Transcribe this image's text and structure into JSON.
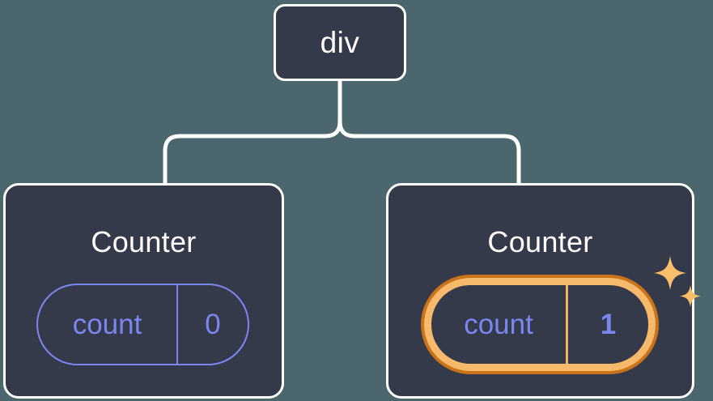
{
  "diagram": {
    "type": "component-tree",
    "background_color": "#4c666e",
    "node_fill_color": "#343a49",
    "node_border_color": "#ffffff",
    "connector_color": "#ffffff",
    "state_color": "#7c86f0",
    "highlight_outer_color": "#c9731a",
    "highlight_inner_color": "#f7b96b",
    "sparkle_color": "#fbbf6b",
    "root": {
      "label": "div"
    },
    "children": [
      {
        "title": "Counter",
        "state": {
          "key": "count",
          "value": "0"
        },
        "highlighted": false
      },
      {
        "title": "Counter",
        "state": {
          "key": "count",
          "value": "1"
        },
        "highlighted": true
      }
    ]
  }
}
